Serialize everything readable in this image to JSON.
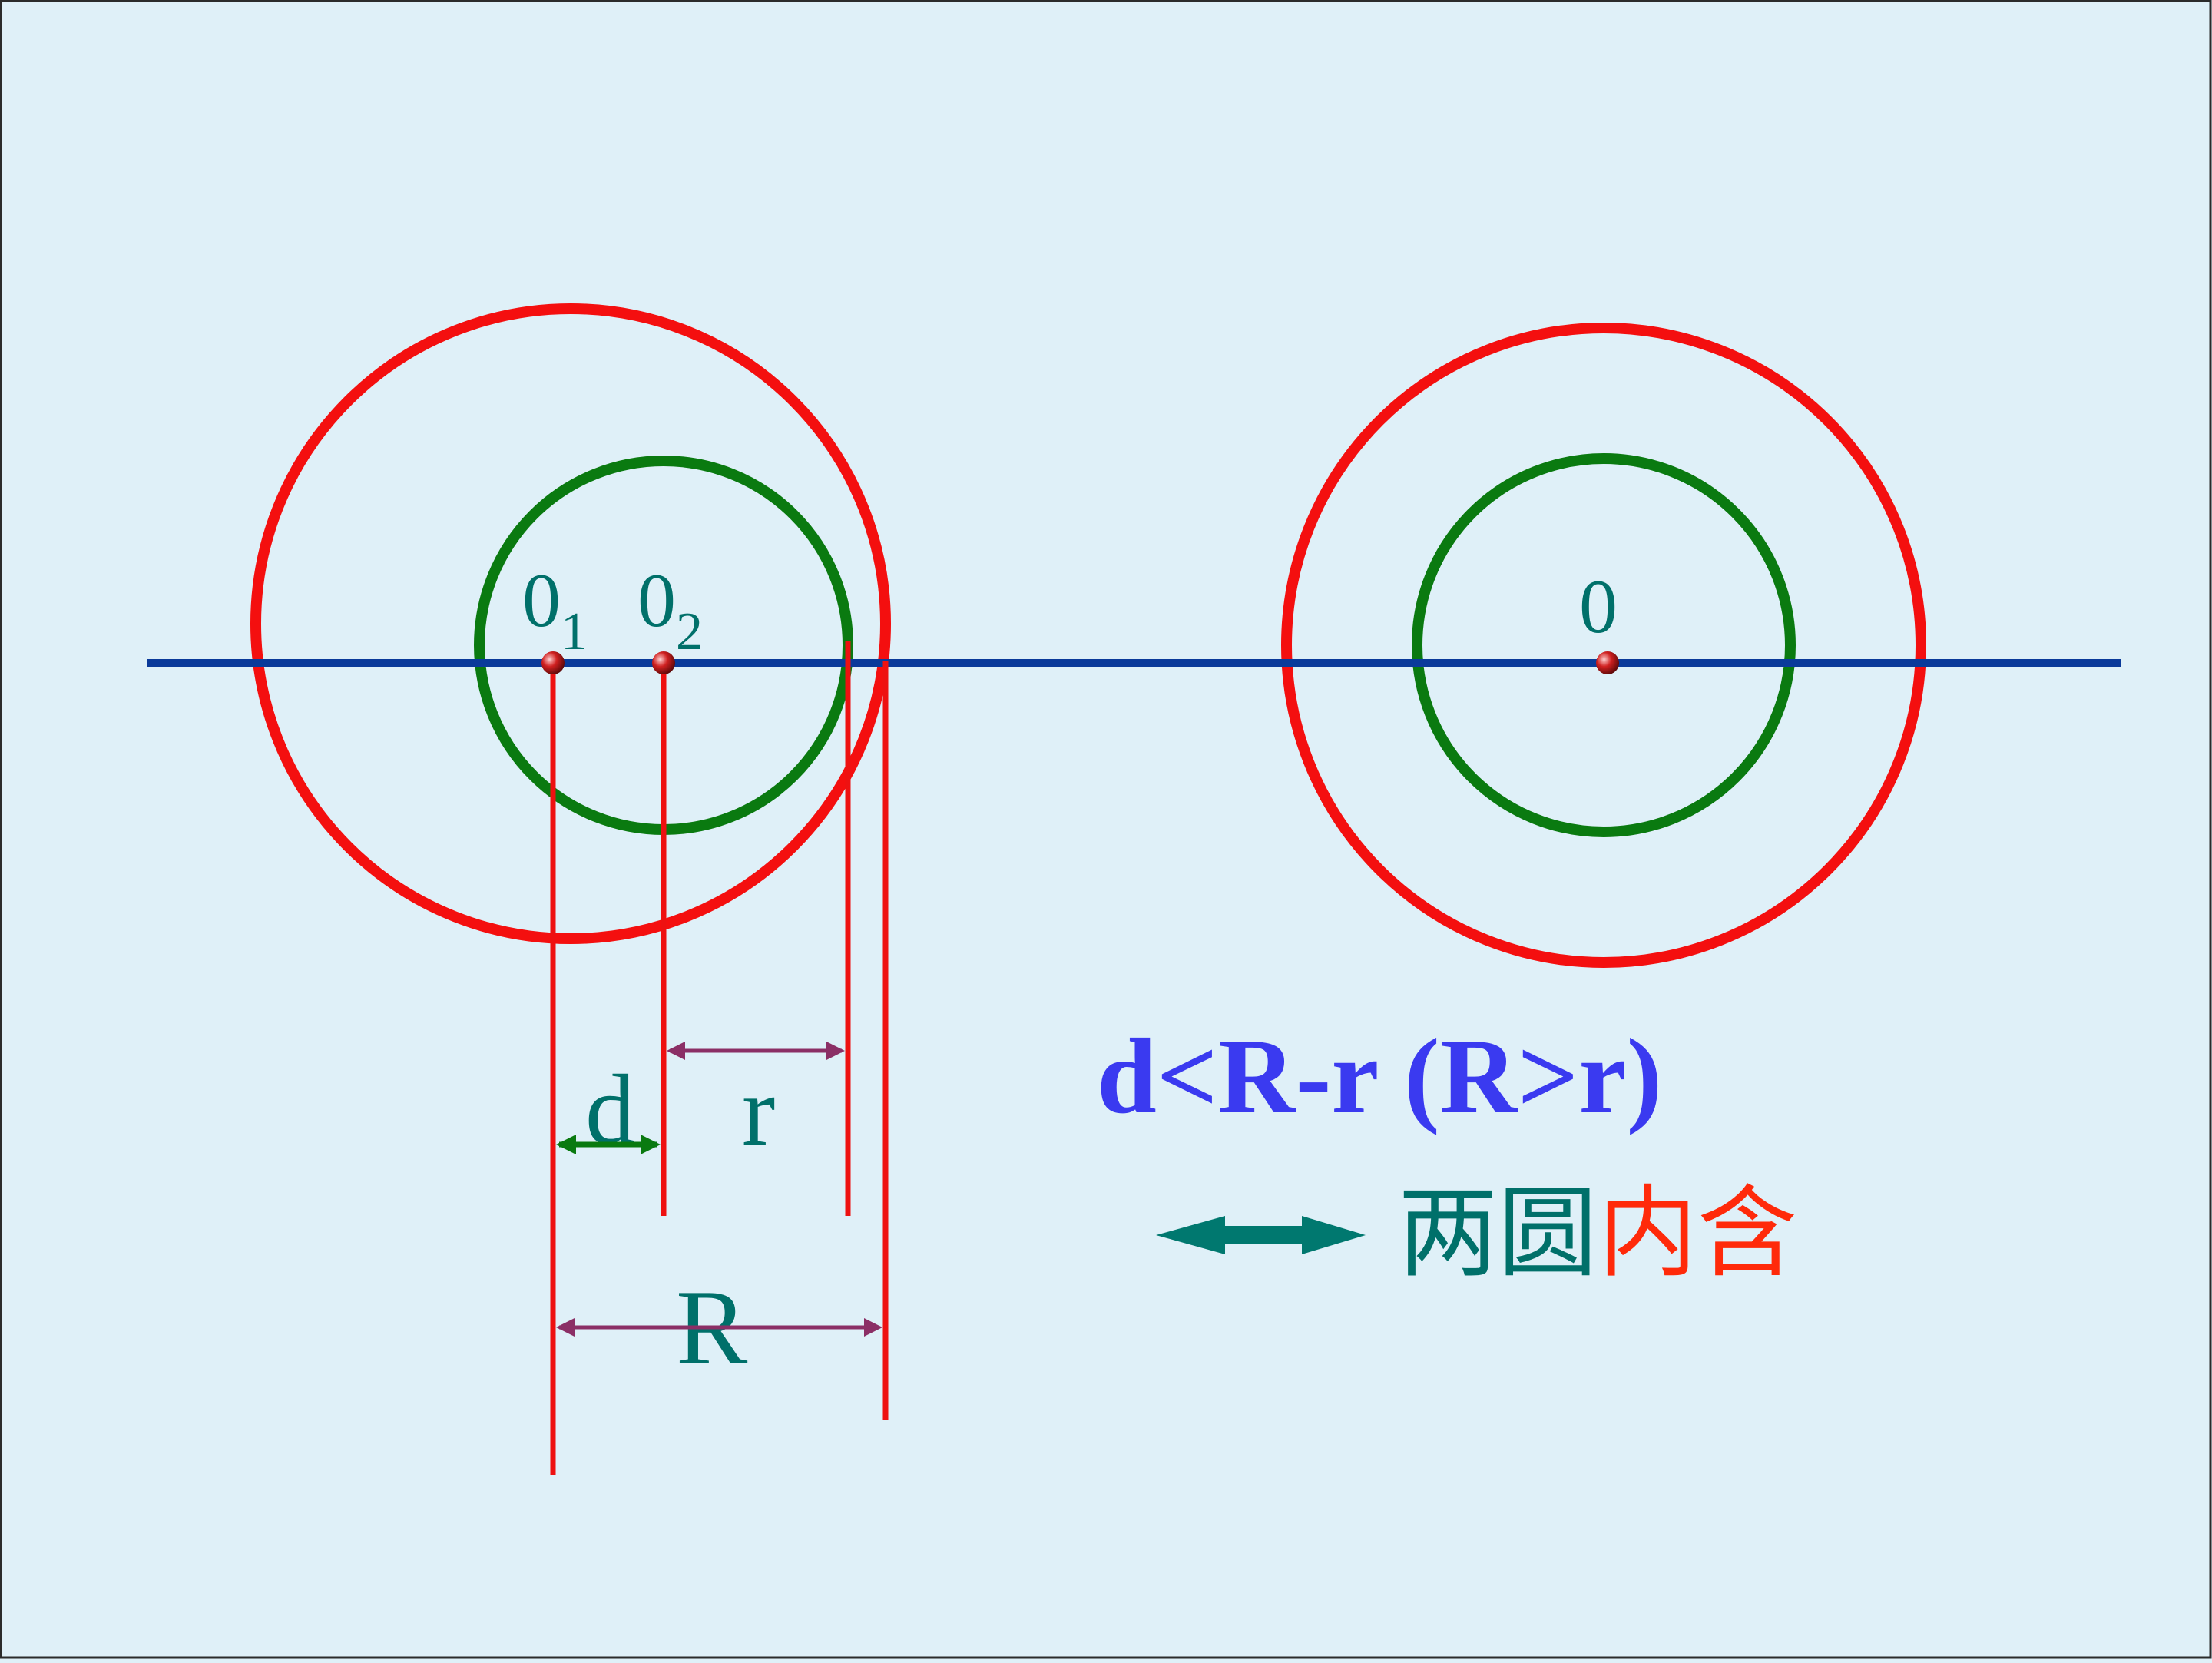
{
  "colors": {
    "background": "#dff0f8",
    "frame": "#2b2b2b",
    "axis": "#0a3a9a",
    "outer_circle": "#f40f0f",
    "inner_circle": "#0a7a10",
    "guide_line": "#ee1111",
    "measure_arrow_magenta": "#8b2f66",
    "measure_arrow_green": "#0a7a10",
    "label_teal": "#00706a",
    "formula_blue": "#3a3af0",
    "relation_arrow": "#00786f",
    "text_teal": "#00706a",
    "text_red": "#ff2a0a",
    "point": "#b01818"
  },
  "labels": {
    "o1_main": "0",
    "o1_sub": "1",
    "o2_main": "0",
    "o2_sub": "2",
    "o_center": "0",
    "d": "d",
    "r": "r",
    "R": "R"
  },
  "formula": "d<R-r (R>r)",
  "relation": {
    "part1": "两圆",
    "part2": "内含"
  }
}
